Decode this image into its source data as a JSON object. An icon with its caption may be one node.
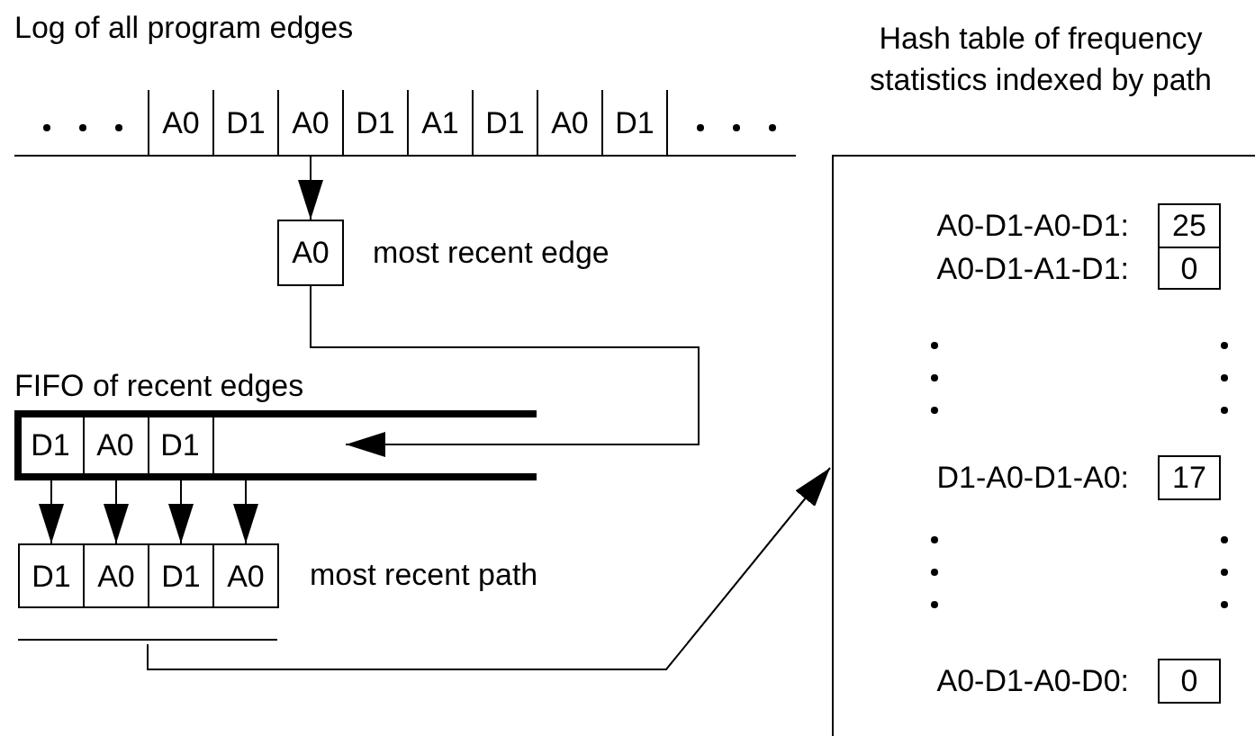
{
  "diagram": {
    "nodes": [
      {
        "text": [
          "Log of all program edges"
        ]
      },
      {
        "text": [
          "A0"
        ],
        "in": 0
      },
      {
        "text": [
          "D1"
        ],
        "in": 0
      },
      {
        "text": [
          "A0"
        ],
        "in": 0
      },
      {
        "text": [
          "D1"
        ],
        "in": 0
      },
      {
        "text": [
          "A1"
        ],
        "in": 0
      },
      {
        "text": [
          "D1"
        ],
        "in": 0
      },
      {
        "text": [
          "A0"
        ],
        "in": 0
      },
      {
        "text": [
          "D1"
        ],
        "in": 0
      },
      {
        "text": [
          "A0"
        ],
        "beside": [
          "most recent edge"
        ]
      },
      {
        "text": [
          "FIFO of recent edges"
        ]
      },
      {
        "text": [
          "D1"
        ],
        "in": 10
      },
      {
        "text": [
          "A0"
        ],
        "in": 10
      },
      {
        "text": [
          "D1"
        ],
        "in": 10
      },
      {
        "text": [
          "most recent path"
        ]
      },
      {
        "text": [
          "D1"
        ],
        "in": 14
      },
      {
        "text": [
          "A0"
        ],
        "in": 14
      },
      {
        "text": [
          "D1"
        ],
        "in": 14
      },
      {
        "text": [
          "A0"
        ],
        "in": 14
      },
      {
        "text": [
          "Hash table of frequency statistics indexed by path"
        ]
      },
      {
        "text": [
          "25"
        ],
        "beside": [
          "A0-D1-A0-D1:"
        ],
        "in": 19
      },
      {
        "text": [
          "0"
        ],
        "beside": [
          "A0-D1-A1-D1:"
        ],
        "in": 19
      },
      {
        "text": [
          "17"
        ],
        "beside": [
          "D1-A0-D1-A0:"
        ],
        "in": 19
      },
      {
        "text": [
          "0"
        ],
        "beside": [
          "A0-D1-A0-D0:"
        ],
        "in": 19
      }
    ],
    "edges": [
      {
        "from": 3,
        "to": 9,
        "arrow": "to"
      },
      {
        "from": 9,
        "to": 10,
        "arrow": "to"
      },
      {
        "from": 11,
        "to": 15,
        "arrow": "to"
      },
      {
        "from": 12,
        "to": 16,
        "arrow": "to"
      },
      {
        "from": 13,
        "to": 17,
        "arrow": "to"
      },
      {
        "from": 10,
        "to": 18,
        "arrow": "to"
      },
      {
        "from": 14,
        "to": 19,
        "arrow": "to"
      }
    ]
  }
}
